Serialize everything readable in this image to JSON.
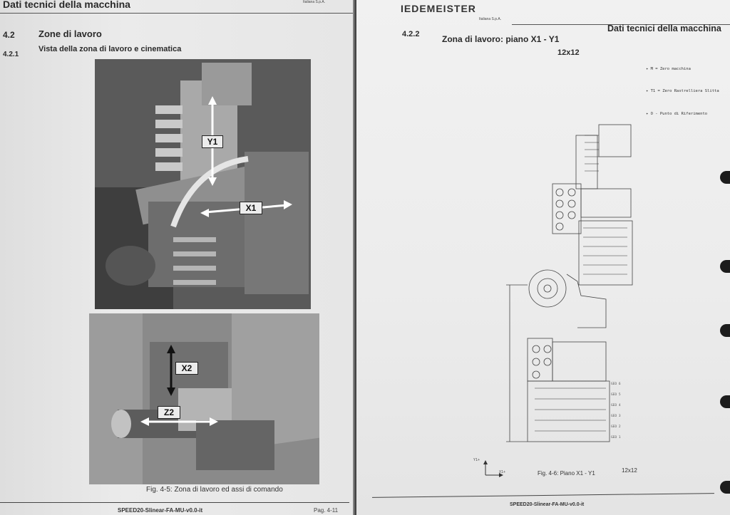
{
  "left_page": {
    "header_title": "Dati tecnici della macchina",
    "company": "Italiana S.p.A.",
    "section": {
      "number": "4.2",
      "title": "Zone di lavoro"
    },
    "subsection": {
      "number": "4.2.1",
      "title": "Vista della zona di lavoro e cinematica"
    },
    "photo_top_labels": [
      "Y1",
      "X1"
    ],
    "photo_bottom_labels": [
      "X2",
      "Z2"
    ],
    "figure_caption": "Fig. 4-5: Zona di lavoro ed assi di comando",
    "footer_doc": "SPEED20-Slinear-FA-MU-v0.0-it",
    "footer_page": "Pag. 4-11"
  },
  "right_page": {
    "brand": "IEDEMEISTER",
    "company": "Italiana S.p.A.",
    "header_title": "Dati tecnici della macchina",
    "section": {
      "number": "4.2.2",
      "title": "Zona di lavoro: piano X1 - Y1",
      "size": "12x12"
    },
    "legend": [
      {
        "symbol": "M",
        "text": "Zero macchina"
      },
      {
        "symbol": "T1",
        "text": "Zero Rastrelliera Slitta"
      },
      {
        "symbol": "O",
        "text": "Punto di Riferimento"
      }
    ],
    "geo_labels": [
      "GEO 6",
      "GEO 5",
      "GEO 4",
      "GEO 3",
      "GEO 2",
      "GEO 1"
    ],
    "axis_labels": {
      "y": "Y1+",
      "x": "X1+"
    },
    "figure_caption": "Fig. 4-6: Piano X1 - Y1",
    "figure_size": "12x12",
    "footer_doc": "SPEED20-Slinear-FA-MU-v0.0-it"
  }
}
